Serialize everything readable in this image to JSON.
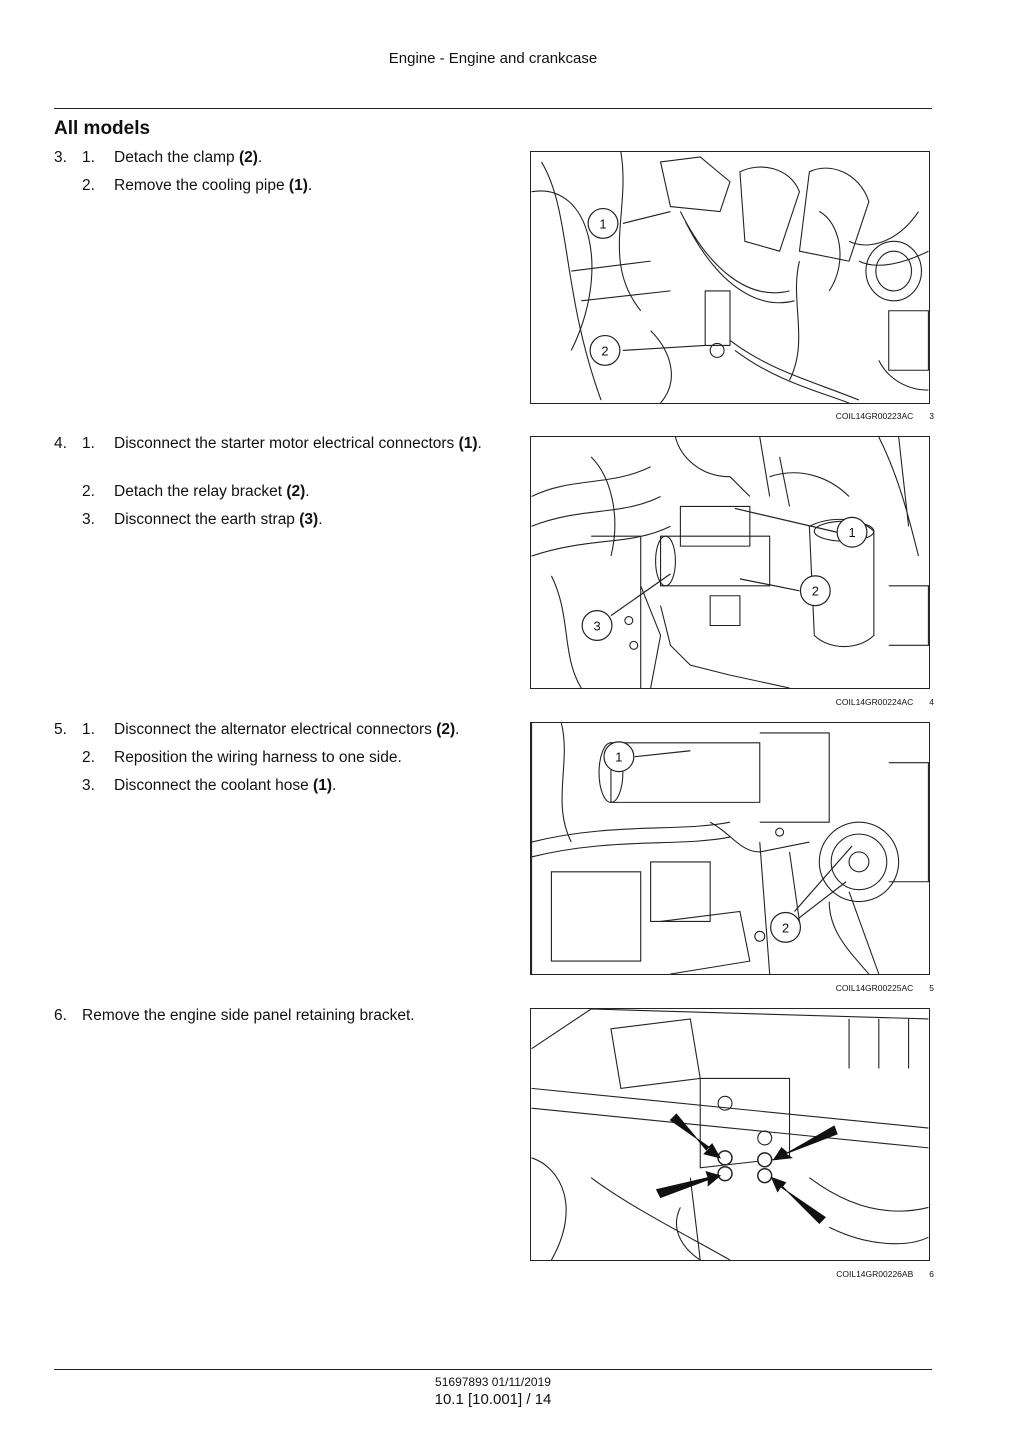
{
  "header": {
    "title": "Engine - Engine and crankcase"
  },
  "section": {
    "heading": "All models"
  },
  "steps": [
    {
      "number": "3.",
      "subs": [
        {
          "num": "1.",
          "text": "Detach the clamp ",
          "ref": "(2)",
          "end": "."
        },
        {
          "num": "2.",
          "text": "Remove the cooling pipe ",
          "ref": "(1)",
          "end": "."
        }
      ]
    },
    {
      "number": "4.",
      "subs": [
        {
          "num": "1.",
          "text": "Disconnect the starter motor electrical connectors ",
          "ref": "(1)",
          "end": "."
        },
        {
          "num": "2.",
          "text": "Detach the relay bracket ",
          "ref": "(2)",
          "end": "."
        },
        {
          "num": "3.",
          "text": "Disconnect the earth strap ",
          "ref": "(3)",
          "end": "."
        }
      ]
    },
    {
      "number": "5.",
      "subs": [
        {
          "num": "1.",
          "text": "Disconnect the alternator electrical connectors ",
          "ref": "(2)",
          "end": "."
        },
        {
          "num": "2.",
          "text": "Reposition the wiring harness to one side.",
          "ref": "",
          "end": ""
        },
        {
          "num": "3.",
          "text": "Disconnect the coolant hose ",
          "ref": "(1)",
          "end": "."
        }
      ]
    },
    {
      "number": "6.",
      "text": "Remove the engine side panel retaining bracket."
    }
  ],
  "figures": [
    {
      "code": "COIL14GR00223AC",
      "num": "3",
      "callouts": [
        "1",
        "2"
      ]
    },
    {
      "code": "COIL14GR00224AC",
      "num": "4",
      "callouts": [
        "1",
        "2",
        "3"
      ]
    },
    {
      "code": "COIL14GR00225AC",
      "num": "5",
      "callouts": [
        "1",
        "2"
      ]
    },
    {
      "code": "COIL14GR00226AB",
      "num": "6",
      "callouts": []
    }
  ],
  "footer": {
    "doc": "51697893 01/11/2019",
    "page": "10.1 [10.001] / 14"
  }
}
